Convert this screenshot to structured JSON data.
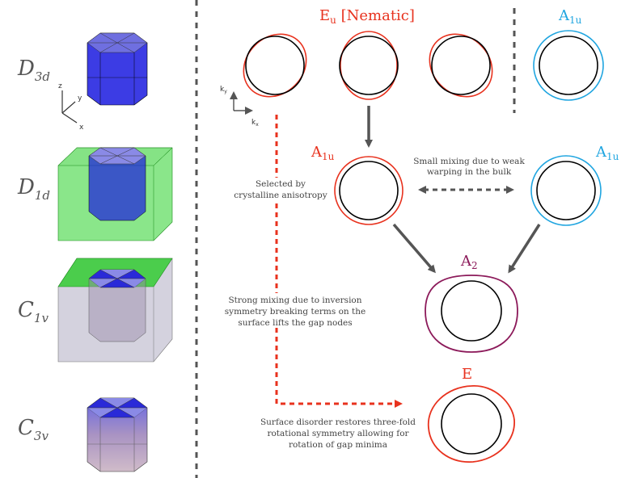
{
  "left_column": {
    "groups": [
      {
        "main": "D",
        "sub": "3d"
      },
      {
        "main": "D",
        "sub": "1d"
      },
      {
        "main": "C",
        "sub": "1v"
      },
      {
        "main": "C",
        "sub": "3v"
      }
    ],
    "axes": {
      "z": "z",
      "y": "y",
      "x": "x"
    }
  },
  "kspace_axes": {
    "ky_main": "k",
    "ky_sub": "y",
    "kx_main": "k",
    "kx_sub": "x"
  },
  "labels": {
    "eu_main": "E",
    "eu_sub": "u",
    "eu_rest": " [Nematic]",
    "a1u_top_main": "A",
    "a1u_top_sub": "1u",
    "a1u_mid_main": "A",
    "a1u_mid_sub": "1u",
    "a1u_right_main": "A",
    "a1u_right_sub": "1u",
    "a2_main": "A",
    "a2_sub": "2",
    "e_main": "E"
  },
  "notes": {
    "selected_1": "Selected by",
    "selected_2": "crystalline anisotropy",
    "small_1": "Small mixing due to weak",
    "small_2": "warping in the bulk",
    "strong_1": "Strong mixing due to inversion",
    "strong_2": "symmetry breaking terms on the",
    "strong_3": "surface lifts the gap nodes",
    "surface_1": "Surface disorder restores three-fold",
    "surface_2": "rotational symmetry allowing for",
    "surface_3": "rotation of gap minima"
  },
  "colors": {
    "red": "#e8321e",
    "blue": "#1fa5e0",
    "purple": "#8c1a5a",
    "gray": "#555555",
    "dashed_red": "#e8321e"
  }
}
